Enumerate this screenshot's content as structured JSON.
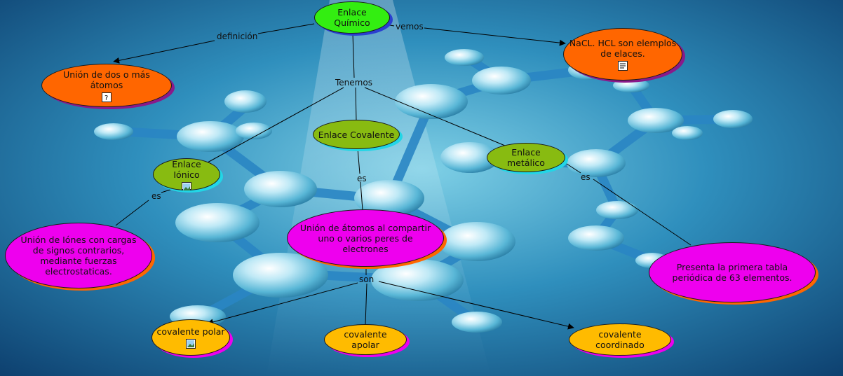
{
  "colors": {
    "green": "#33ee11",
    "olive": "#88bb11",
    "orange": "#ff6600",
    "magenta": "#ee00ee",
    "yellow": "#ffbb00"
  },
  "nodes": {
    "enlace_quimico": {
      "text": "Enlace Químico"
    },
    "union_dos_atomos": {
      "text": "Unión de dos o más átomos"
    },
    "ejemplos": {
      "text": "NaCL. HCL son elemplos de elaces."
    },
    "covalente": {
      "text": "Enlace Covalente"
    },
    "ionico": {
      "text": "Enlace Iónico"
    },
    "metalico": {
      "text": "Enlace metálico"
    },
    "union_iones": {
      "text": "Unión de Iónes con cargas de signos contrarios, mediante fuerzas electrostaticas."
    },
    "union_compartir": {
      "text": "Unión de átomos al compartir uno o varios peres de electrones"
    },
    "tabla_periodica": {
      "text": "Presenta la primera tabla periódica de 63 elementos."
    },
    "covalente_polar": {
      "text": "covalente polar"
    },
    "covalente_apolar": {
      "text": "covalente apolar"
    },
    "covalente_coordinado": {
      "text": "covalente coordinado"
    }
  },
  "links": {
    "definicion": "definición",
    "vemos": "vemos",
    "tenemos": "Tenemos",
    "es_ionico": "es",
    "es_covalente": "es",
    "es_metalico": "es",
    "son": "son"
  },
  "icons": {
    "union_dos_atomos": "question-doc-icon",
    "ejemplos": "text-doc-icon",
    "ionico": "image-icon",
    "covalente_polar": "image-icon"
  }
}
